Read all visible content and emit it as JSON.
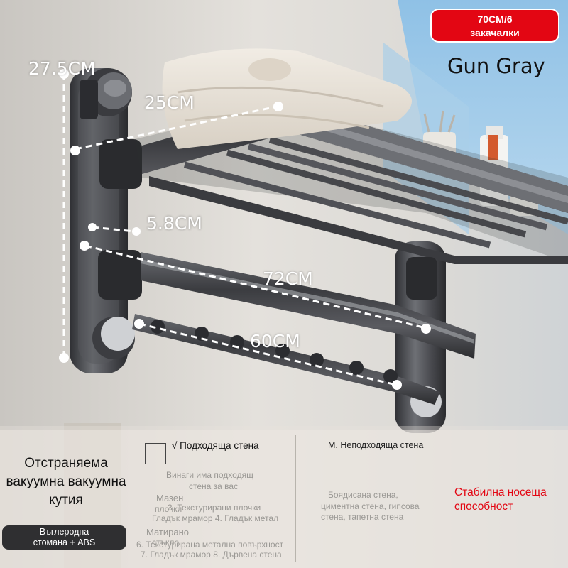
{
  "dimensions": {
    "height_top": "27.5CM",
    "depth": "25CM",
    "bar_gap": "5.8CM",
    "length_main": "72CM",
    "length_hook_bar": "60CM"
  },
  "badge": {
    "line1": "70CM/6",
    "line2": "закачалки",
    "background": "#e30613"
  },
  "color_name": "Gun Gray",
  "bottom": {
    "left_title": "Отстраняема вакуумна вакуумна кутия",
    "material_line1": "Въглеродна",
    "material_line2": "стомана + ABS",
    "suitable": {
      "title": "√ Подходяща стена",
      "lines": [
        "Винаги има подходящ",
        "стена за вас",
        "Мазен",
        "плочки",
        "3. Текстурирани плочки",
        "Гладък мрамор 4. Гладък метал",
        "Матирано",
        "стъкло",
        "6. Текстурирана метална повърхност",
        "7. Гладък мрамор 8. Дървена стена"
      ]
    },
    "unsuitable": {
      "title": "М. Неподходяща стена",
      "lines": [
        "Боядисана стена,",
        "циментна стена, гипсова",
        "стена, тапетна стена"
      ]
    },
    "stability": "Стабилна носеща способност",
    "accent_red": "#e30613"
  }
}
